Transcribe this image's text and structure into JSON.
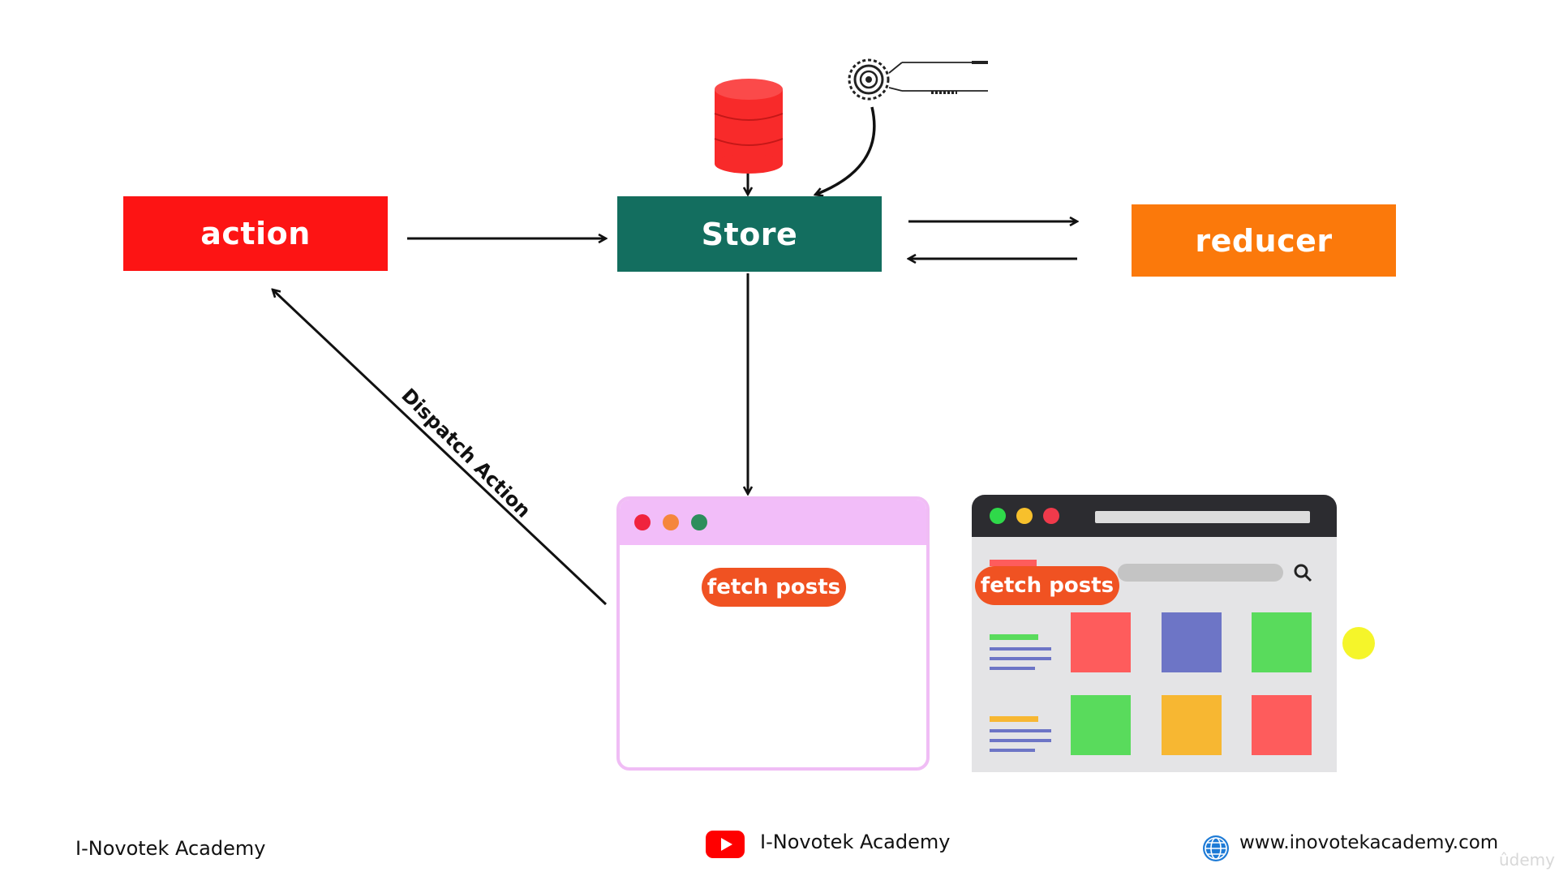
{
  "diagram": {
    "action_label": "action",
    "store_label": "Store",
    "reducer_label": "reducer",
    "dispatch_label": "Dispatch Action",
    "pill_1_label": "fetch posts",
    "pill_2_label": "fetch posts"
  },
  "colors": {
    "action": "#fd1414",
    "store": "#136e5f",
    "reducer": "#fb790b",
    "pill": "#f05222",
    "pink_window": "#f2bdf9",
    "dark_window": "#2c2c30",
    "database": "#f82a2a",
    "tile_red": "#fe5c5c",
    "tile_blue": "#6d75c6",
    "tile_green": "#59db5c",
    "tile_yellow": "#f7b732",
    "cursor": "#f5f52a"
  },
  "icons": {
    "database": "database-icon",
    "tech_circle": "tech-circle-icon",
    "search": "search-icon",
    "youtube": "youtube-icon",
    "globe": "globe-icon"
  },
  "footer": {
    "left_text": "I-Novotek Academy",
    "center_text": "I-Novotek Academy",
    "right_text": "www.inovotekacademy.com",
    "udemy_text": "ûdemy"
  }
}
